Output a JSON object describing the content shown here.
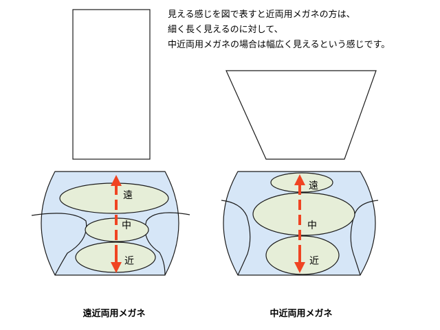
{
  "description": {
    "lines": [
      "見える感じを図で表すと近両用メガネの方は、",
      "細く長く見えるのに対して、",
      "中近両用メガネの場合は幅広く見えるという感じです。"
    ]
  },
  "lenses": [
    {
      "caption": "遠近両用メガネ",
      "zones": {
        "far": "遠",
        "middle": "中",
        "near": "近"
      }
    },
    {
      "caption": "中近両用メガネ",
      "zones": {
        "far": "遠",
        "middle": "中",
        "near": "近"
      }
    }
  ],
  "colors": {
    "lens_fill": "#d6e6f7",
    "zone_fill": "#e6eed8",
    "outline": "#1a1a1a",
    "arrow": "#f04422"
  }
}
